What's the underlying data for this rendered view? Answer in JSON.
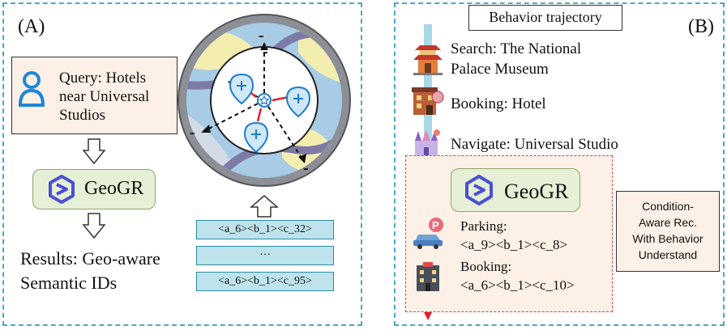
{
  "panel_a": {
    "label": "(A)",
    "query": "Query: Hotels near Universal Studios",
    "model_name": "GeoGR",
    "results_line1": "Results: Geo-aware",
    "results_line2": "Semantic IDs",
    "semantic_ids": [
      "<a_6><b_1><c_32>",
      "···",
      "<a_6><b_1><c_95>"
    ],
    "map_signs": [
      "-",
      "-",
      "-",
      "-"
    ]
  },
  "panel_b": {
    "label": "(B)",
    "trajectory_title": "Behavior trajectory",
    "steps": [
      {
        "line1": "Search: The National",
        "line2": "Palace Museum",
        "icon": "temple-icon"
      },
      {
        "line1": "Booking: Hotel",
        "icon": "hotel-icon"
      },
      {
        "line1": "Navigate: Universal Studio",
        "icon": "castle-icon"
      }
    ],
    "model_name": "GeoGR",
    "recommendations": [
      {
        "title": "Parking:",
        "id": "<a_9><b_1><c_8>",
        "icon": "parking-car-icon"
      },
      {
        "title": "Booking:",
        "id": "<a_6><b_1><c_10>",
        "icon": "hotel-building-icon"
      }
    ],
    "aware_box": [
      "Condition-",
      "Aware Rec.",
      "With Behavior",
      "Understand"
    ]
  },
  "colors": {
    "dashed_border": "#4aa8c8",
    "query_fill": "#fdf0e6",
    "model_fill": "#e6f0d6",
    "id_fill": "#bfe3ec",
    "red_dash": "#e0413e",
    "trajectory_line": "#a9d8e6"
  }
}
